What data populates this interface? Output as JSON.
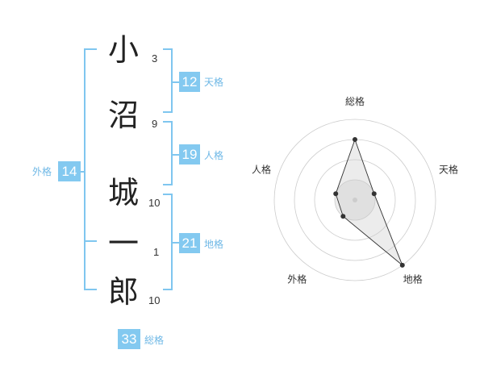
{
  "name": {
    "characters": [
      {
        "char": "小",
        "strokes": "3"
      },
      {
        "char": "沼",
        "strokes": "9"
      },
      {
        "char": "城",
        "strokes": "10"
      },
      {
        "char": "一",
        "strokes": "1"
      },
      {
        "char": "郎",
        "strokes": "10"
      }
    ]
  },
  "fortune": {
    "tenkaku": {
      "label": "天格",
      "value": "12"
    },
    "jinkaku": {
      "label": "人格",
      "value": "19"
    },
    "chikaku": {
      "label": "地格",
      "value": "21"
    },
    "gaikaku": {
      "label": "外格",
      "value": "14"
    },
    "soukaku": {
      "label": "総格",
      "value": "33"
    }
  },
  "colors": {
    "accent": "#83c9f0",
    "accent_text": "#6fb8e6",
    "bracket": "#7fc6ef"
  },
  "chart_data": {
    "type": "radar",
    "axes": [
      "総格",
      "天格",
      "地格",
      "外格",
      "人格"
    ],
    "values": [
      0.75,
      0.25,
      1.0,
      0.25,
      0.25
    ],
    "range": [
      0,
      1
    ],
    "rings": 4
  }
}
